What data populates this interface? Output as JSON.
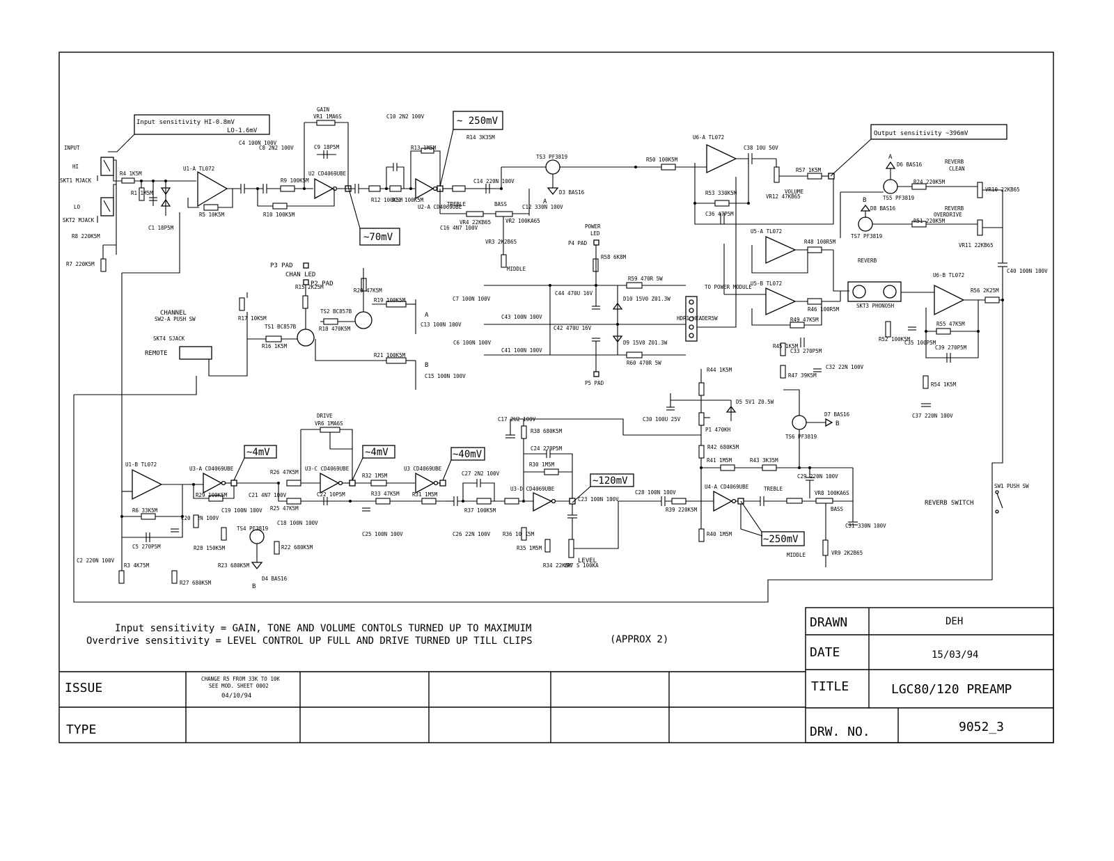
{
  "title_block": {
    "drawn_label": "DRAWN",
    "drawn_value": "DEH",
    "date_label": "DATE",
    "date_value": "15/03/94",
    "title_label": "TITLE",
    "title_value": "LGC80/120 PREAMP",
    "drw_no_label": "DRW. NO.",
    "drw_no_value": "9052_3"
  },
  "issue_block": {
    "issue_label": "ISSUE",
    "type_label": "TYPE",
    "change_line1": "CHANGE R5 FROM 33K TO 10K",
    "change_line2": "SEE MOD. SHEET 0002",
    "change_line3": "04/10/94"
  },
  "notes": {
    "line1": "Input sensitivity = GAIN, TONE AND VOLUME CONTOLS TURNED UP TO MAXIMUIM",
    "line2": "Overdrive sensitivity = LEVEL CONTROL UP FULL AND DRIVE TURNED UP TILL CLIPS",
    "approx": "(APPROX 2)"
  },
  "callouts": {
    "input_sens_1": "Input sensitivity HI-0.8mV",
    "input_sens_2": "LO-1.6mV",
    "output_sens": "Output sensitivity ~396mV",
    "v250_top": "~ 250mV",
    "v70": "~70mV",
    "v4a": "~4mV",
    "v4b": "~4mV",
    "v40": "~40mV",
    "v120": "~120mV",
    "v250_bot": "~250mV"
  },
  "labels": {
    "input": "INPUT",
    "hi": "HI",
    "lo": "LO",
    "skt1": "SKT1 MJACK",
    "skt2": "SKT2 MJACK",
    "r4": "R4 1K5M",
    "r1": "R1 1M5M",
    "c1": "C1 18P5M",
    "r8": "R8 220K5M",
    "r7": "R7 220K5M",
    "u1a": "U1-A TL072",
    "r5": "R5 10K5M",
    "c4": "C4 100N 100V",
    "c8": "C8 2N2 100V",
    "r9": "R9 100K5M",
    "r10": "R10 100K5M",
    "u2": "U2 CD4069UBE",
    "gain": "GAIN",
    "vr1": "VR1 1MA6S",
    "c9": "C9 18P5M",
    "r12": "R12 100K5M",
    "r11": "R11 100K5M",
    "c10": "C10 2N2 100V",
    "r13": "R13 1M5M",
    "u2a": "U2-A CD4069UBE",
    "r14": "R14 3K35M",
    "c14": "C14 220N 100V",
    "treble": "TREBLE",
    "bass": "BASS",
    "vr4": "VR4 22KB65",
    "c16": "C16 4N7 100V",
    "vr2": "VR2 100KA65",
    "c12": "C12 330N 100V",
    "vr3": "VR3 2K2B65",
    "middle": "MIDDLE",
    "ts3": "TS3 PF3819",
    "d3": "D3 BAS16",
    "a1": "A",
    "r50": "R50 100K5M",
    "u6a": "U6-A TL072",
    "c38": "C38 10U 50V",
    "r53": "R53 330K5M",
    "c36": "C36 47P5M",
    "vr12": "VR12 47KB65",
    "r57": "R57 1K5M",
    "volume": "VOLUME",
    "d6": "D6 BAS16",
    "a2": "A",
    "r24": "R24 220K5M",
    "ts5": "TS5 PF3819",
    "reverb_clean": "REVERB",
    "clean": "CLEAN",
    "vr10": "VR10 22KB65",
    "b1": "B",
    "d8": "D8 BAS16",
    "r51": "R51 220K5M",
    "ts7": "TS7 PF3819",
    "reverb_od": "REVERB",
    "overdrive": "OVERDRIVE",
    "vr11": "VR11 22KB65",
    "c40": "C40 100N 100V",
    "power_led": "POWER",
    "led": "LED",
    "p4": "P4 PAD",
    "r58": "R58 6K8M",
    "r59": "R59 470R 5W",
    "c44": "C44 470U 16V",
    "c7": "C7 100N 100V",
    "c43": "C43 100N 100V",
    "d10": "D10 15V0 Z01.3W",
    "c42": "C42 470U 16V",
    "c6": "C6 100N 100V",
    "c41": "C41 100N 100V",
    "d9": "D9 15V0 Z01.3W",
    "r60": "R60 470R 5W",
    "p5": "P5 PAD",
    "hdr1": "HDR1 HEADER5W",
    "to_power": "TO POWER MODULE",
    "u5a": "U5-A TL072",
    "r48": "R48 100R5M",
    "reverb": "REVERB",
    "u5b": "U5-B TL072",
    "r46": "R46 100R5M",
    "skt3": "SKT3 PHONO5H",
    "r49": "R49 47K5M",
    "c33": "C33 270P5M",
    "r45": "R45 1K5M",
    "r47": "R47 39K5M",
    "c32": "C32 22N 100V",
    "u6b": "U6-B TL072",
    "r56": "R56 2K25M",
    "r52": "R52 100K5M",
    "c35": "C35 100P5M",
    "r55": "R55 47K5M",
    "c39": "C39 270P5M",
    "r54": "R54 1K5M",
    "c37": "C37 220N 100V",
    "p3": "P3 PAD",
    "chan_led": "CHAN LED",
    "p2": "P2 PAD",
    "r15": "R15 2K25M",
    "r20": "R20 47K5M",
    "ts2": "TS2 BC857B",
    "r19": "R19 100K5M",
    "c13": "C13 100N 100V",
    "a3": "A",
    "r18": "R18 470K5M",
    "r17": "R17 10K5M",
    "channel": "CHANNEL",
    "sw2": "SW2-A PUSH SW",
    "skt4": "SKT4 SJACK",
    "remote": "REMOTE",
    "ts1": "TS1 BC857B",
    "r16": "R16 1K5M",
    "r21": "R21 100K5M",
    "b2": "B",
    "c15": "C15 100N 100V",
    "r44": "R44 1K5M",
    "d5": "D5 5V1 Z0.5W",
    "c30": "C30 100U 25V",
    "p1": "P1 470KH",
    "d7": "D7 BAS16",
    "b3": "B",
    "ts6": "TS6 PF3819",
    "drive": "DRIVE",
    "vr6": "VR6 1MA6S",
    "c17": "C17 2U2 100V",
    "r38": "R38 680K5M",
    "c24": "C24 270P5M",
    "r30": "R30 1M5M",
    "u1b": "U1-B TL072",
    "u3a": "U3-A CD4069UBE",
    "r29": "R29 100K5M",
    "r26": "R26 47K5M",
    "u3c": "U3-C CD4069UBE",
    "u3": "U3 CD4069UBE",
    "c21": "C21 4N7 100V",
    "r25": "R25 47K5M",
    "c22": "C22 10P5M",
    "r32": "R32 1M5M",
    "r33": "R33 47K5M",
    "r31": "R31 1M5M",
    "c27": "C27 2N2 100V",
    "u3d": "U3-D CD4069UBE",
    "c19": "C19 100N 100V",
    "c18": "C18 100N 100V",
    "c25": "C25 100N 100V",
    "c26": "C26 22N 100V",
    "r37": "R37 100K5M",
    "r36": "R36 100K5M",
    "c23": "C23 100N 100V",
    "r35": "R35 1M5M",
    "r34": "R34 22K5M",
    "vr7": "VR7 S 100KA",
    "level": "LEVEL",
    "r6": "R6 33K5M",
    "c5": "C5 270P5M",
    "c20": "C20 22N 100V",
    "r28": "R28 150K5M",
    "r23": "R23 680K5M",
    "ts4": "TS4 PF3819",
    "r22": "R22 680K5M",
    "d4": "D4 BAS16",
    "b4": "B",
    "c2": "C2 220N 100V",
    "r3": "R3 4K75M",
    "r27": "R27 680K5M",
    "c28": "C28 100N 100V",
    "r39": "R39 220K5M",
    "u4a": "U4-A CD4069UBE",
    "r42": "R42 680K5M",
    "r41": "R41 1M5M",
    "r43": "R43 3K35M",
    "c29": "C29 220N 100V",
    "treble2": "TREBLE",
    "vr8": "VR8 100KA6S",
    "bass2": "BASS",
    "r40": "R40 1M5M",
    "c31": "C31 330N 100V",
    "vr9": "VR9 2K2B65",
    "middle2": "MIDDLE",
    "sw1": "SW1 PUSH SW",
    "reverb_switch": "REVERB SWITCH"
  }
}
